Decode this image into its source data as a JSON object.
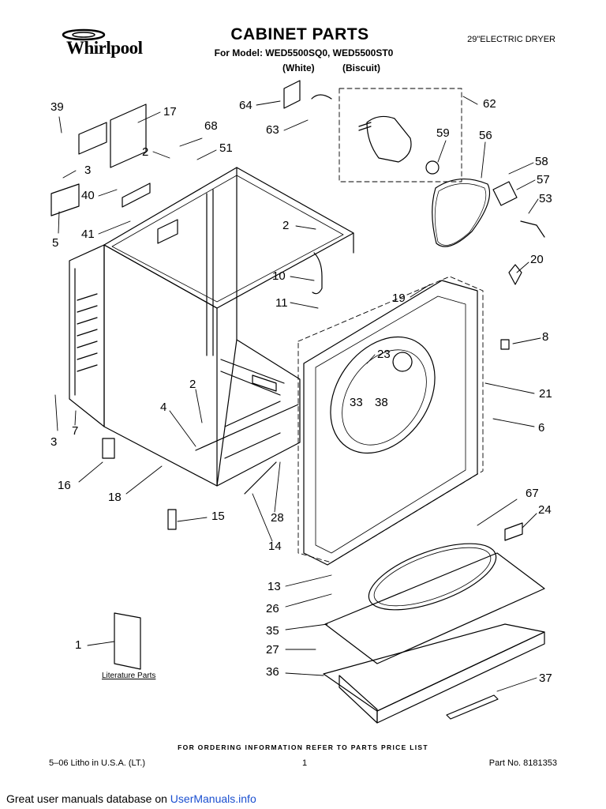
{
  "brand": "Whirlpool",
  "title": "CABINET PARTS",
  "model_line": "For Model: WED5500SQ0, WED5500ST0",
  "variant_white": "(White)",
  "variant_biscuit": "(Biscuit)",
  "product_type": "29\"ELECTRIC DRYER",
  "literature_label": "Literature Parts",
  "ordering_info": "FOR ORDERING INFORMATION REFER TO PARTS PRICE LIST",
  "footer": {
    "litho": "5–06 Litho in U.S.A. (LT.)",
    "page": "1",
    "part_no": "Part No. 8181353"
  },
  "database_prefix": "Great user manuals database on ",
  "database_link": "UserManuals.info",
  "callouts": {
    "c39": "39",
    "c17": "17",
    "c68": "68",
    "c2a": "2",
    "c51": "51",
    "c3a": "3",
    "c40": "40",
    "c41": "41",
    "c5": "5",
    "c64": "64",
    "c63": "63",
    "c62": "62",
    "c59": "59",
    "c56": "56",
    "c58": "58",
    "c57": "57",
    "c53": "53",
    "c2b": "2",
    "c10": "10",
    "c11": "11",
    "c19": "19",
    "c20": "20",
    "c8": "8",
    "c23": "23",
    "c33": "33",
    "c38": "38",
    "c21": "21",
    "c6": "6",
    "c2c": "2",
    "c4": "4",
    "c3b": "3",
    "c7": "7",
    "c16": "16",
    "c18": "18",
    "c15": "15",
    "c28": "28",
    "c14": "14",
    "c67": "67",
    "c24": "24",
    "c13": "13",
    "c26": "26",
    "c35": "35",
    "c27": "27",
    "c36": "36",
    "c37": "37",
    "c1": "1"
  }
}
